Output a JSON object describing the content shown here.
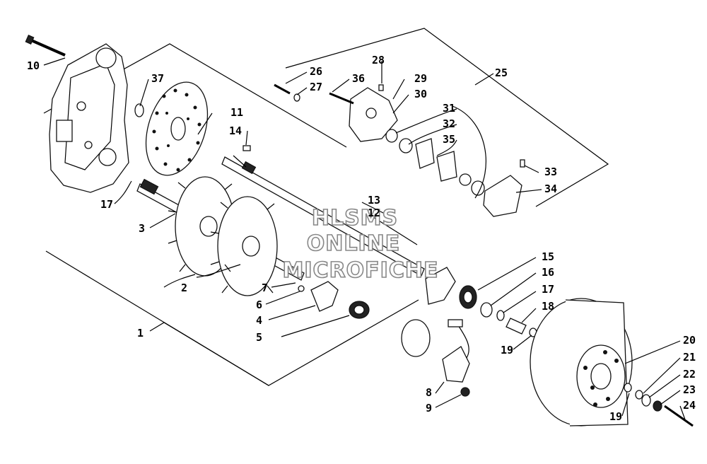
{
  "watermark": {
    "line1": "HLSMS",
    "line2": "ONLINE",
    "line3": "MICROFICHE"
  },
  "callouts": {
    "c1": "1",
    "c2": "2",
    "c3": "3",
    "c4": "4",
    "c5": "5",
    "c6": "6",
    "c7": "7",
    "c8": "8",
    "c9": "9",
    "c10": "10",
    "c11": "11",
    "c12": "12",
    "c13": "13",
    "c14": "14",
    "c15": "15",
    "c16": "16",
    "c17a": "17",
    "c17b": "17",
    "c18": "18",
    "c19a": "19",
    "c19b": "19",
    "c20": "20",
    "c21": "21",
    "c22": "22",
    "c23": "23",
    "c24": "24",
    "c25": "25",
    "c26": "26",
    "c27": "27",
    "c28": "28",
    "c29": "29",
    "c30": "30",
    "c31": "31",
    "c32": "32",
    "c33": "33",
    "c34": "34",
    "c35": "35",
    "c36": "36",
    "c37": "37"
  }
}
